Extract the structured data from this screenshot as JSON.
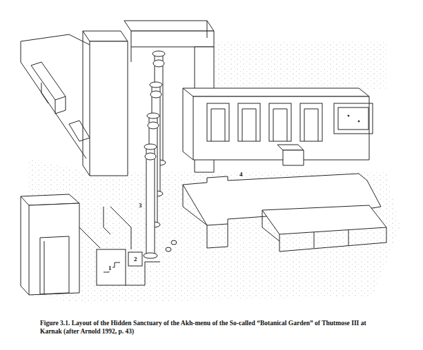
{
  "diagram": {
    "caption": "Figure 3.1. Layout of the Hidden Sanctuary of the Akh-menu of the So-called “Botanical Garden” of Thutmose III at Karnak (after Arnold 1992, p. 43)",
    "labels": [
      "1",
      "2",
      "3",
      "4"
    ]
  }
}
